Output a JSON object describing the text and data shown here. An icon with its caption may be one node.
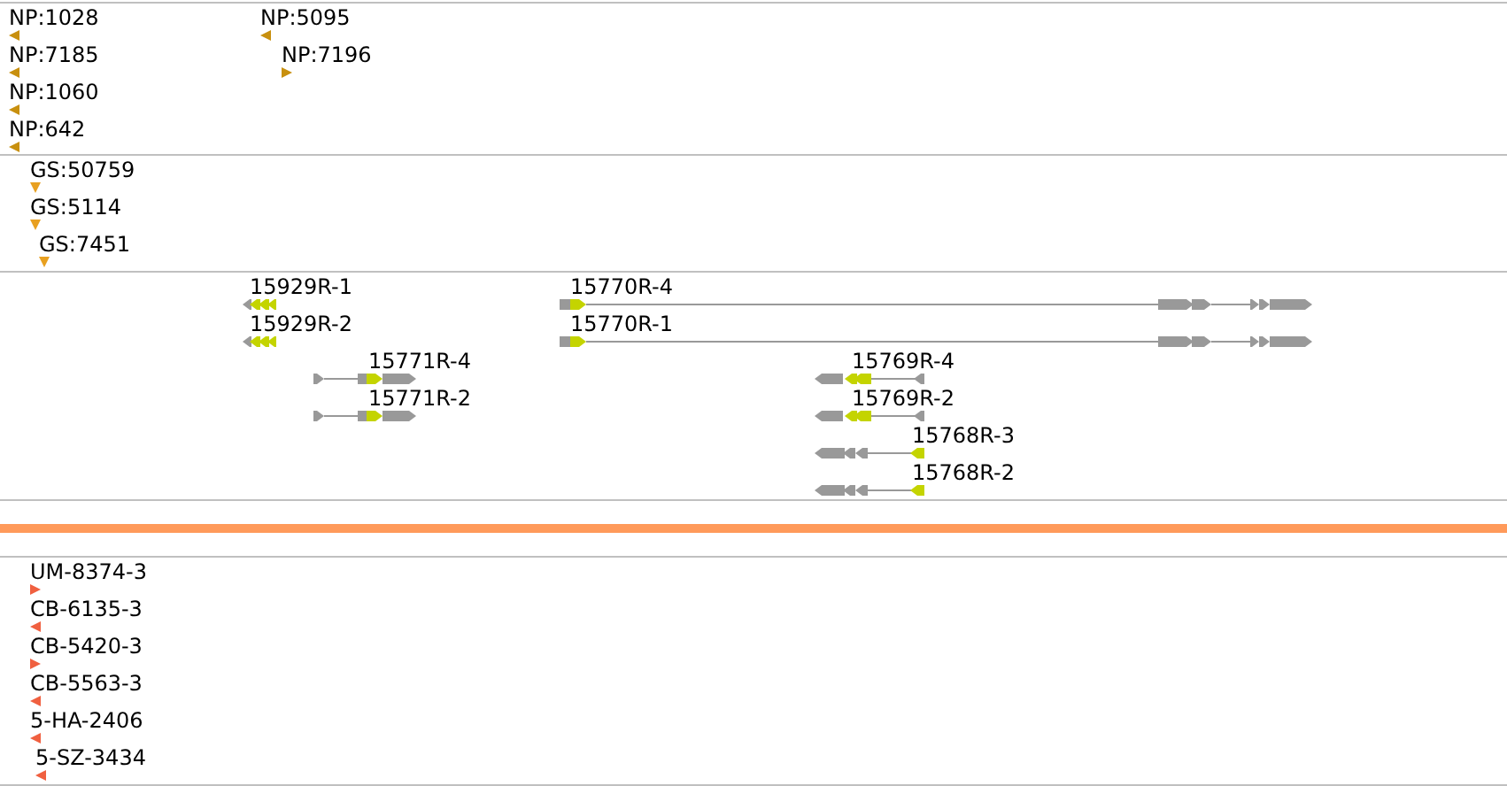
{
  "diagram": {
    "labels": [
      "NP:1028",
      "NP:7185",
      "NP:1060",
      "NP:642",
      "NP:5095",
      "NP:7196",
      "GS:50759",
      "GS:5114",
      "GS:7451",
      "15929R-1",
      "15929R-2",
      "15770R-4",
      "15770R-1",
      "15771R-4",
      "15771R-2",
      "15769R-4",
      "15769R-2",
      "15768R-3",
      "15768R-2",
      "UM-8374-3",
      "CB-6135-3",
      "CB-5420-3",
      "CB-5563-3",
      "5-HA-2406",
      "5-SZ-3434"
    ]
  }
}
